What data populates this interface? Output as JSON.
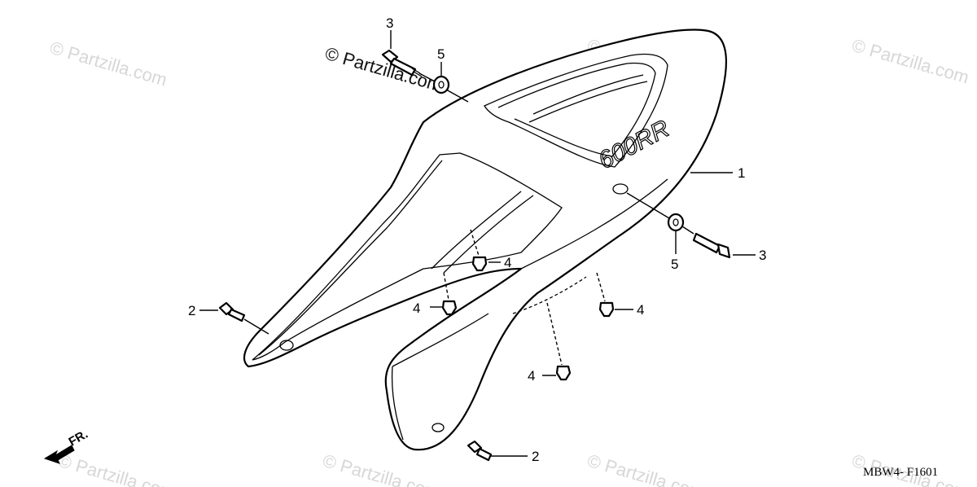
{
  "watermark_main": "© Partzilla.com",
  "watermark_faint": "© Partzilla.com",
  "model_badge": "600RR",
  "diagram_code": "MBW4- F1601",
  "front_label": "FR.",
  "callouts": [
    {
      "id": "c1",
      "label": "1"
    },
    {
      "id": "c2a",
      "label": "2"
    },
    {
      "id": "c2b",
      "label": "2"
    },
    {
      "id": "c3a",
      "label": "3"
    },
    {
      "id": "c3b",
      "label": "3"
    },
    {
      "id": "c4a",
      "label": "4"
    },
    {
      "id": "c4b",
      "label": "4"
    },
    {
      "id": "c4c",
      "label": "4"
    },
    {
      "id": "c4d",
      "label": "4"
    },
    {
      "id": "c5a",
      "label": "5"
    },
    {
      "id": "c5b",
      "label": "5"
    }
  ]
}
